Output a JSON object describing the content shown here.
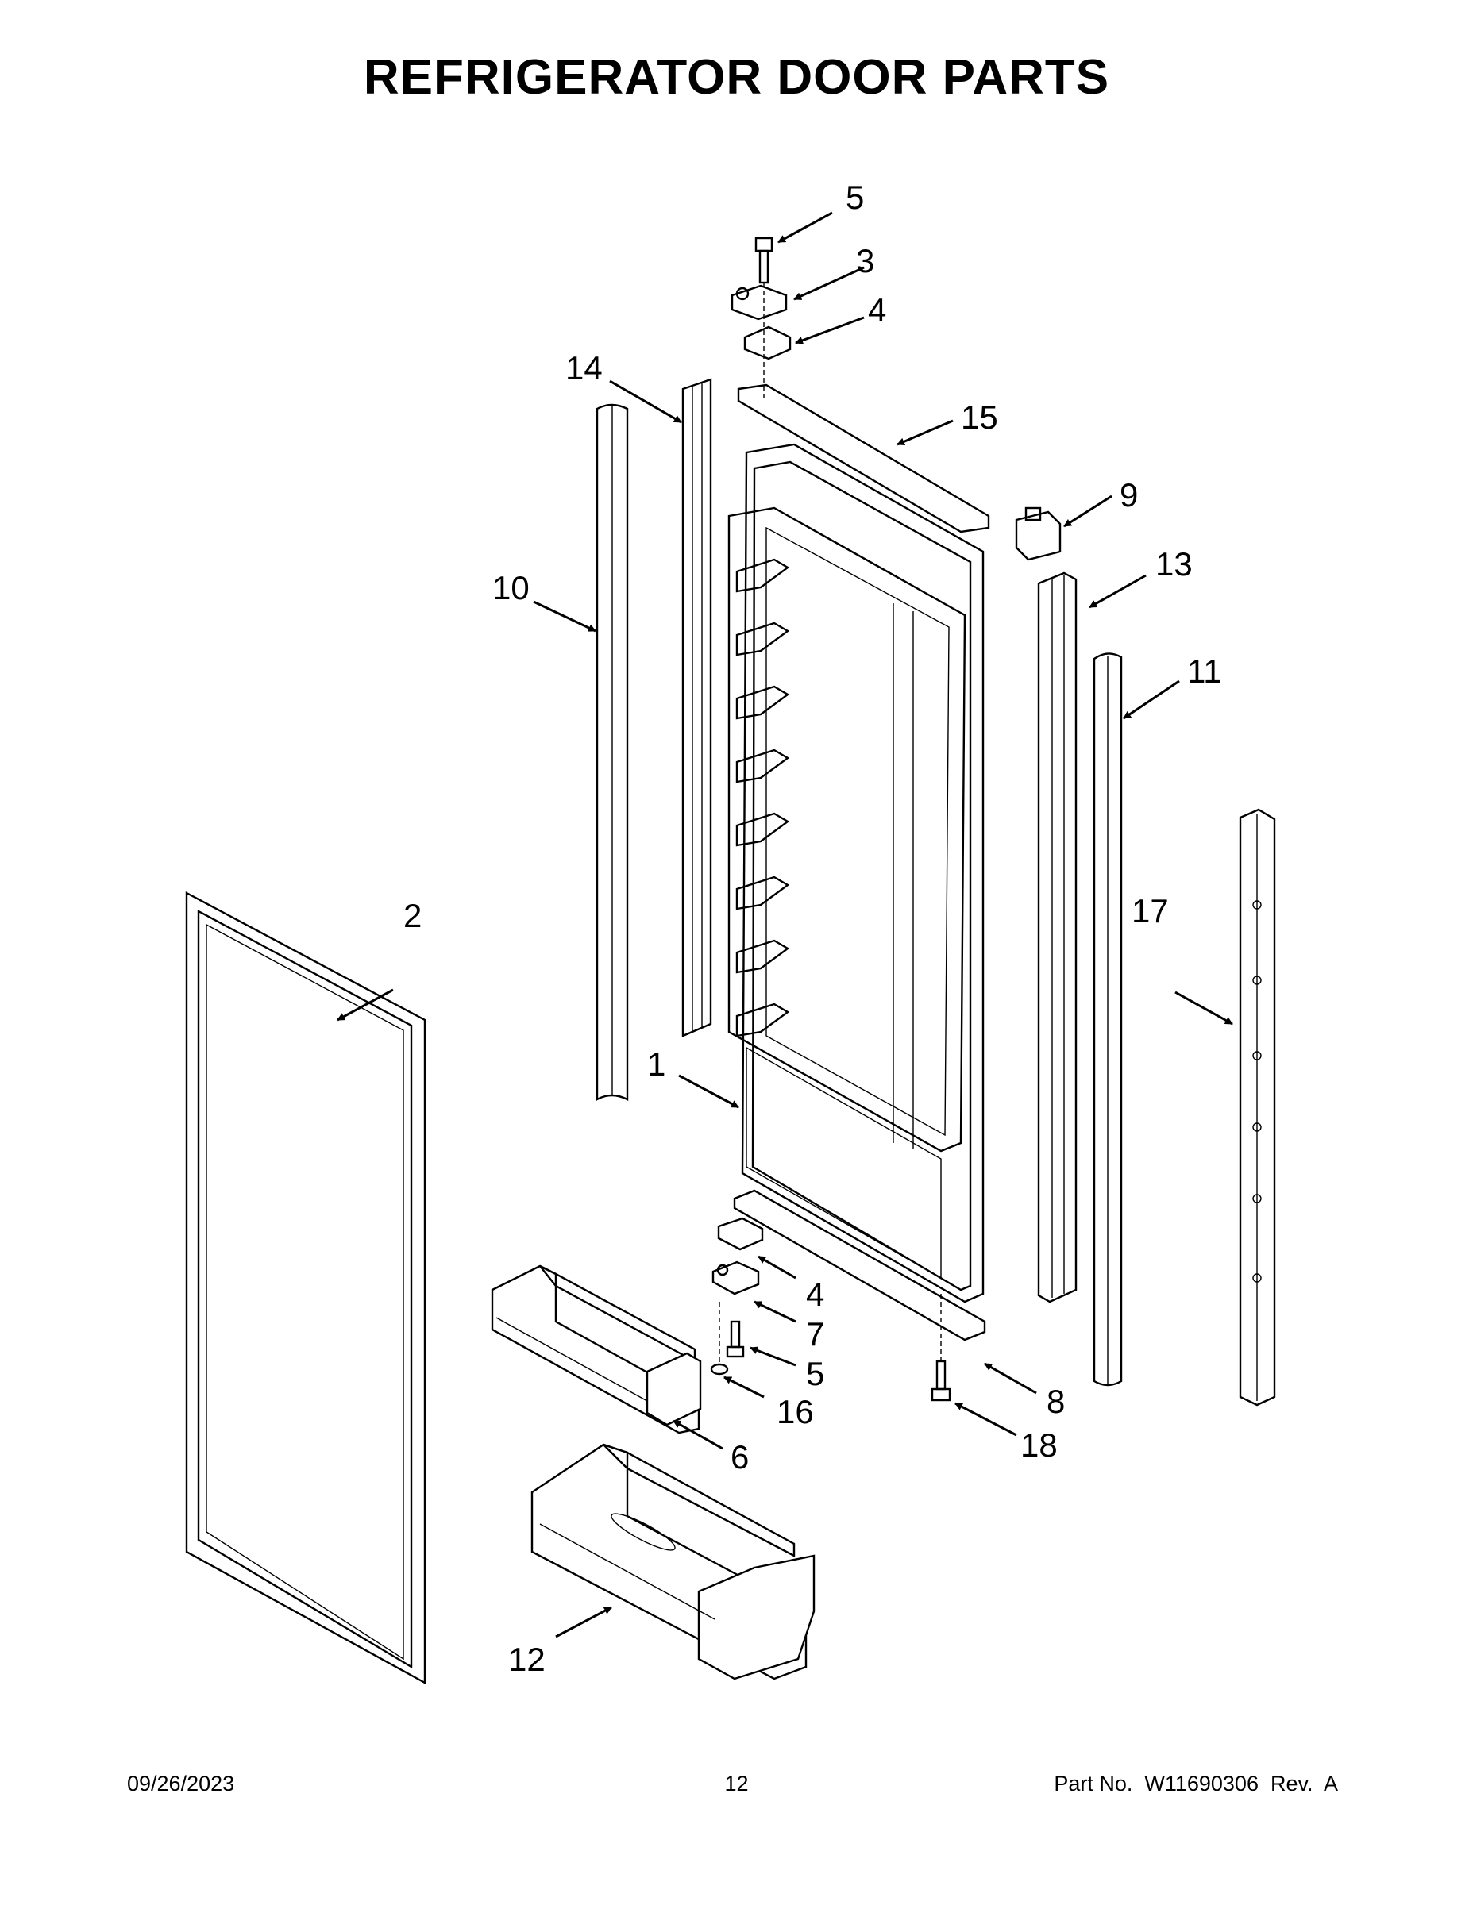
{
  "title": "REFRIGERATOR DOOR PARTS",
  "callouts": [
    {
      "id": "c5a",
      "label": "5"
    },
    {
      "id": "c3",
      "label": "3"
    },
    {
      "id": "c4a",
      "label": "4"
    },
    {
      "id": "c14",
      "label": "14"
    },
    {
      "id": "c15",
      "label": "15"
    },
    {
      "id": "c9",
      "label": "9"
    },
    {
      "id": "c13",
      "label": "13"
    },
    {
      "id": "c10",
      "label": "10"
    },
    {
      "id": "c11",
      "label": "11"
    },
    {
      "id": "c2",
      "label": "2"
    },
    {
      "id": "c17",
      "label": "17"
    },
    {
      "id": "c1",
      "label": "1"
    },
    {
      "id": "c4b",
      "label": "4"
    },
    {
      "id": "c7",
      "label": "7"
    },
    {
      "id": "c5b",
      "label": "5"
    },
    {
      "id": "c16",
      "label": "16"
    },
    {
      "id": "c8",
      "label": "8"
    },
    {
      "id": "c18",
      "label": "18"
    },
    {
      "id": "c6",
      "label": "6"
    },
    {
      "id": "c12",
      "label": "12"
    }
  ],
  "footer": {
    "date": "09/26/2023",
    "page": "12",
    "part_no": "Part No.  W11690306  Rev.  A"
  }
}
